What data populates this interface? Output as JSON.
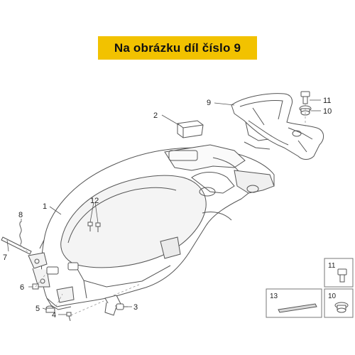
{
  "banner": {
    "text": "Na obrázku díl číslo 9",
    "color": "#f2c200"
  },
  "callouts": {
    "c1": "1",
    "c2": "2",
    "c3": "3",
    "c4": "4",
    "c5": "5",
    "c6": "6",
    "c7": "7",
    "c8": "8",
    "c9": "9",
    "c10": "10",
    "c11": "11",
    "c12": "12"
  },
  "detail_boxes": {
    "box11": "11",
    "box13": "13",
    "box10": "10"
  },
  "icons": {
    "bolt": "bolt-icon",
    "nut": "nut-icon",
    "pad": "pad-strip-icon"
  }
}
